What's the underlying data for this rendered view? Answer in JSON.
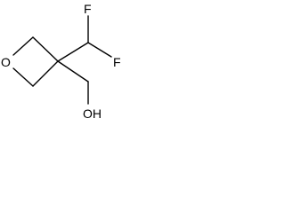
{
  "molecule": {
    "atoms": {
      "oxygen_ring": "O",
      "fluorine_top": "F",
      "fluorine_right": "F",
      "hydroxyl": "OH"
    }
  },
  "colors": {
    "bond": "#000000",
    "text": "#000000",
    "background": "#ffffff"
  }
}
